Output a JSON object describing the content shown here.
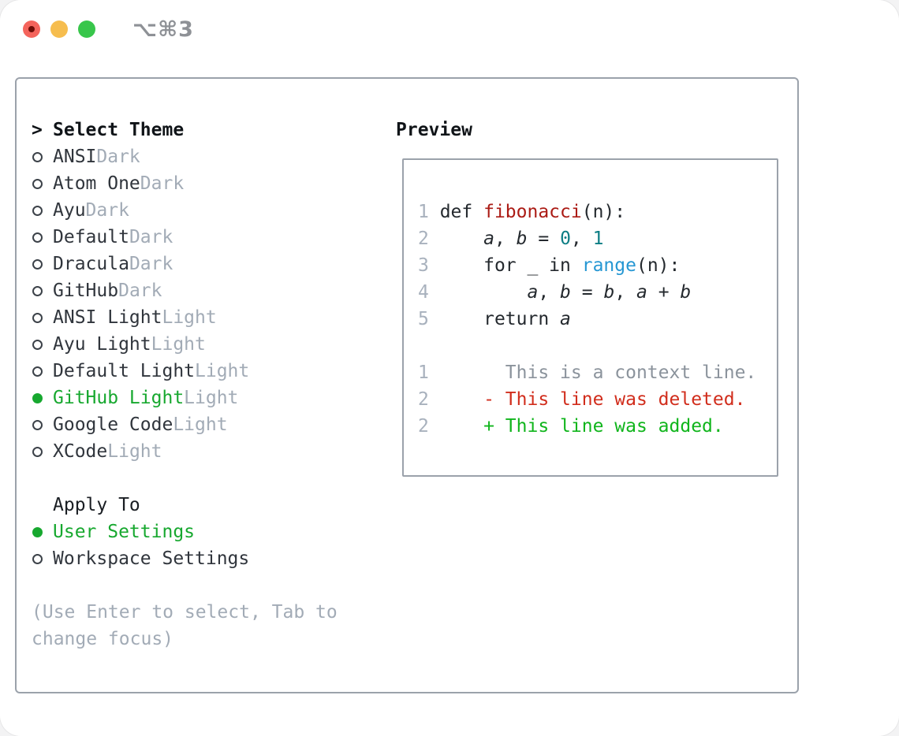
{
  "titlebar": {
    "shortcut": "⌥⌘3"
  },
  "theme_picker": {
    "cursor": ">",
    "header": "Select Theme",
    "items": [
      {
        "name": "ANSI",
        "variant": "Dark",
        "selected": false
      },
      {
        "name": "Atom One",
        "variant": "Dark",
        "selected": false
      },
      {
        "name": "Ayu",
        "variant": "Dark",
        "selected": false
      },
      {
        "name": "Default",
        "variant": "Dark",
        "selected": false
      },
      {
        "name": "Dracula",
        "variant": "Dark",
        "selected": false
      },
      {
        "name": "GitHub",
        "variant": "Dark",
        "selected": false
      },
      {
        "name": "ANSI Light",
        "variant": "Light",
        "selected": false
      },
      {
        "name": "Ayu Light",
        "variant": "Light",
        "selected": false
      },
      {
        "name": "Default Light",
        "variant": "Light",
        "selected": false
      },
      {
        "name": "GitHub Light",
        "variant": "Light",
        "selected": true
      },
      {
        "name": "Google Code",
        "variant": "Light",
        "selected": false
      },
      {
        "name": "XCode",
        "variant": "Light",
        "selected": false
      }
    ],
    "apply_to": {
      "header": "Apply To",
      "options": [
        {
          "label": "User Settings",
          "selected": true
        },
        {
          "label": "Workspace Settings",
          "selected": false
        }
      ]
    },
    "hint_lines": [
      "(Use Enter to select, Tab to",
      "change focus)"
    ]
  },
  "preview": {
    "header": "Preview",
    "lines": [
      {
        "num": "1",
        "segments": [
          {
            "t": "def ",
            "c": "fg"
          },
          {
            "t": "fibonacci",
            "c": "fn"
          },
          {
            "t": "(n):",
            "c": "fg"
          }
        ]
      },
      {
        "num": "2",
        "segments": [
          {
            "t": "    ",
            "c": "fg"
          },
          {
            "t": "a",
            "c": "var"
          },
          {
            "t": ", ",
            "c": "fg"
          },
          {
            "t": "b",
            "c": "var"
          },
          {
            "t": " = ",
            "c": "fg"
          },
          {
            "t": "0",
            "c": "lit"
          },
          {
            "t": ", ",
            "c": "fg"
          },
          {
            "t": "1",
            "c": "lit"
          }
        ]
      },
      {
        "num": "3",
        "segments": [
          {
            "t": "    for _ in ",
            "c": "fg"
          },
          {
            "t": "range",
            "c": "builtin"
          },
          {
            "t": "(n):",
            "c": "fg"
          }
        ]
      },
      {
        "num": "4",
        "segments": [
          {
            "t": "        ",
            "c": "fg"
          },
          {
            "t": "a",
            "c": "var"
          },
          {
            "t": ", ",
            "c": "fg"
          },
          {
            "t": "b",
            "c": "var"
          },
          {
            "t": " = ",
            "c": "fg"
          },
          {
            "t": "b",
            "c": "var"
          },
          {
            "t": ", ",
            "c": "fg"
          },
          {
            "t": "a",
            "c": "var"
          },
          {
            "t": " + ",
            "c": "fg"
          },
          {
            "t": "b",
            "c": "var"
          }
        ]
      },
      {
        "num": "5",
        "segments": [
          {
            "t": "    return ",
            "c": "fg"
          },
          {
            "t": "a",
            "c": "var"
          }
        ]
      },
      {
        "num": "",
        "segments": []
      },
      {
        "num": "1",
        "segments": [
          {
            "t": "      This is a context line.",
            "c": "ctx"
          }
        ]
      },
      {
        "num": "2",
        "segments": [
          {
            "t": "    ",
            "c": "fg"
          },
          {
            "t": "- This line was deleted.",
            "c": "del"
          }
        ]
      },
      {
        "num": "2",
        "segments": [
          {
            "t": "    ",
            "c": "fg"
          },
          {
            "t": "+ This line was added.",
            "c": "add"
          }
        ]
      }
    ]
  },
  "colors": {
    "selection_green": "#17a82f",
    "muted_gray": "#a2abb6",
    "line_number_gray": "#a8b1bd",
    "context_gray": "#8b939c",
    "function_red": "#ab1b15",
    "deleted_red": "#d12d1c",
    "added_green": "#10b51c",
    "number_teal": "#0c7d84",
    "builtin_blue": "#2697d3",
    "text_dark": "#30353c",
    "header_black": "#101418",
    "panel_border_gray": "#9ba2ab",
    "traffic_red": "#f4645c",
    "traffic_yellow": "#f6bd4e",
    "traffic_green": "#38c64b"
  }
}
